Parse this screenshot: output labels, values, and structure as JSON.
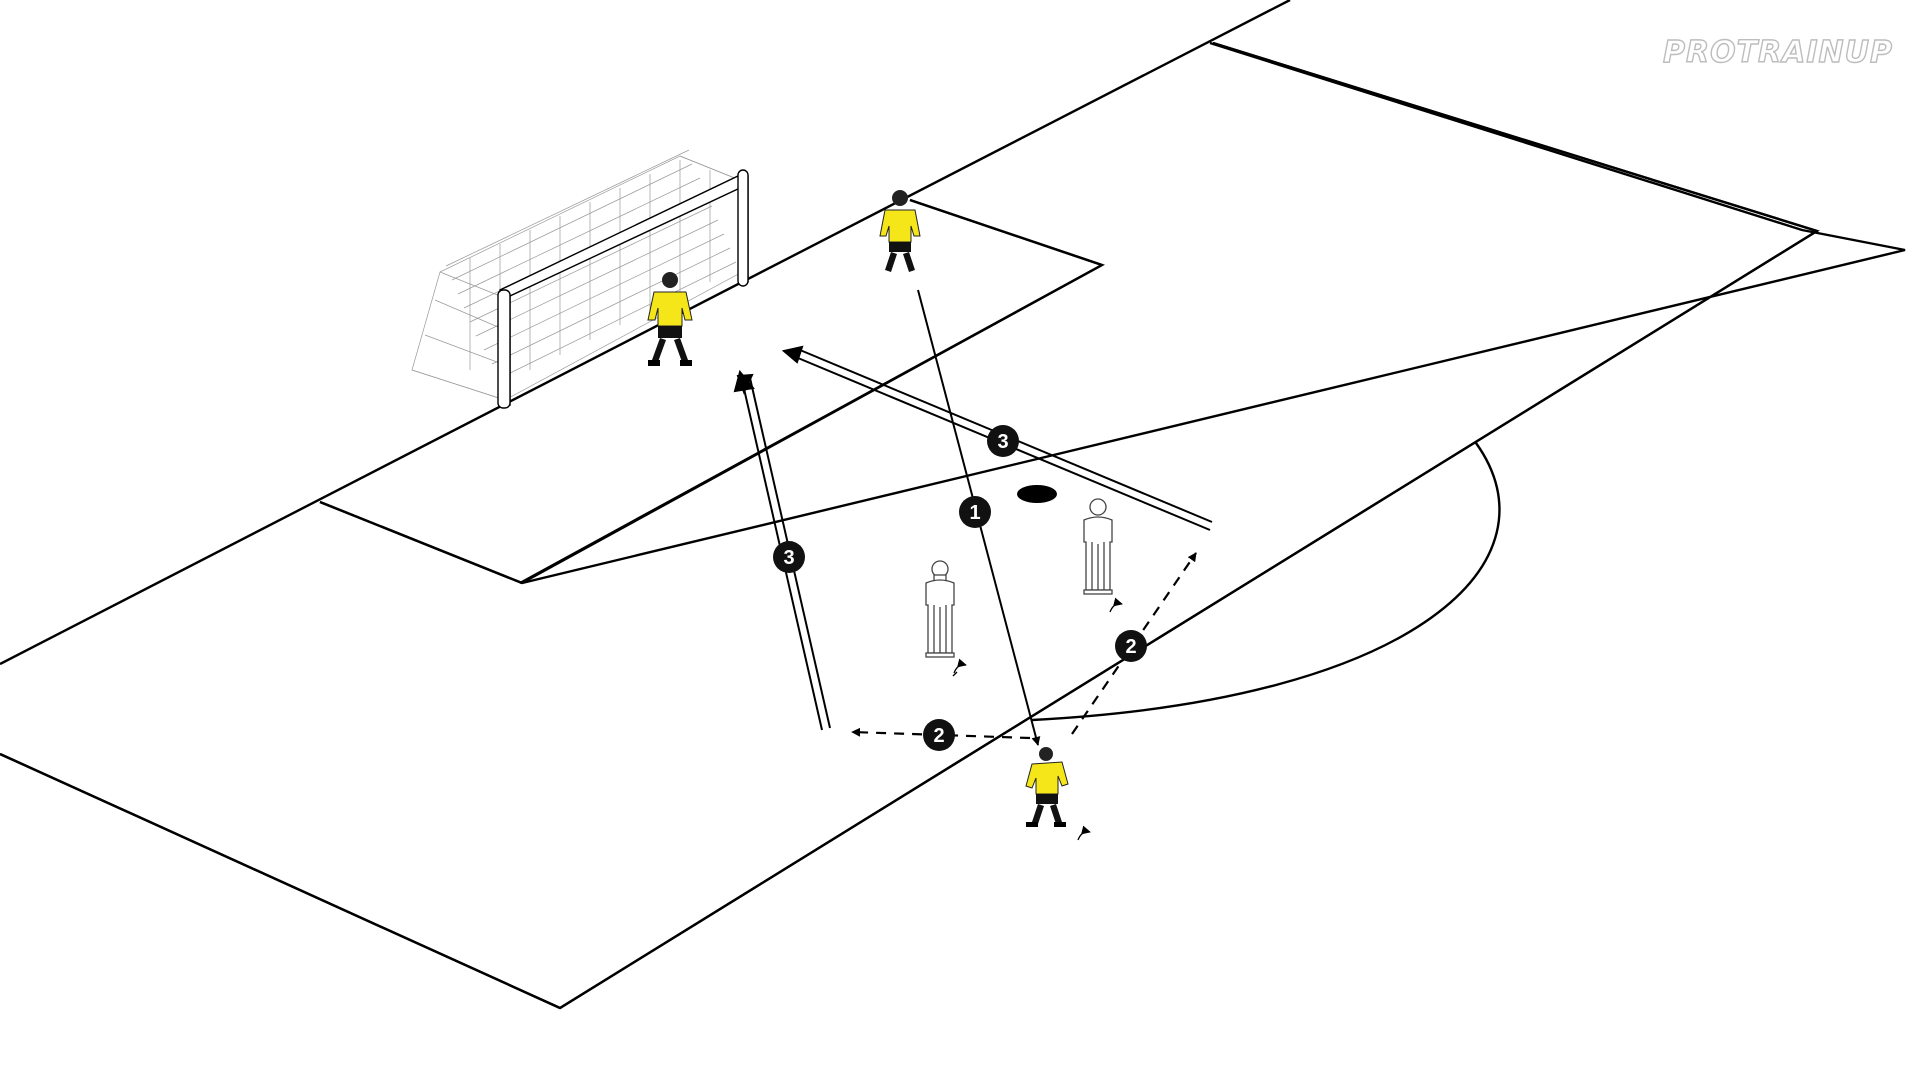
{
  "watermark": "PROTRAINUP",
  "colors": {
    "line": "#000000",
    "jersey": "#f5e619",
    "shorts": "#111111",
    "mannequin": "#ffffff",
    "badge": "#111111"
  },
  "step_markers": [
    {
      "id": "step-1",
      "label": "1"
    },
    {
      "id": "step-2-left",
      "label": "2"
    },
    {
      "id": "step-2-right",
      "label": "2"
    },
    {
      "id": "step-3-left",
      "label": "3"
    },
    {
      "id": "step-3-right",
      "label": "3"
    }
  ],
  "players": [
    {
      "id": "goalkeeper",
      "icon": "goalkeeper-icon"
    },
    {
      "id": "server",
      "icon": "player-icon"
    },
    {
      "id": "striker",
      "icon": "player-icon"
    }
  ],
  "mannequins": [
    {
      "id": "mannequin-left",
      "icon": "mannequin-icon"
    },
    {
      "id": "mannequin-right",
      "icon": "mannequin-icon"
    }
  ],
  "equipment": [
    "goal-icon",
    "ball-icon",
    "turn-arrow-icon"
  ]
}
